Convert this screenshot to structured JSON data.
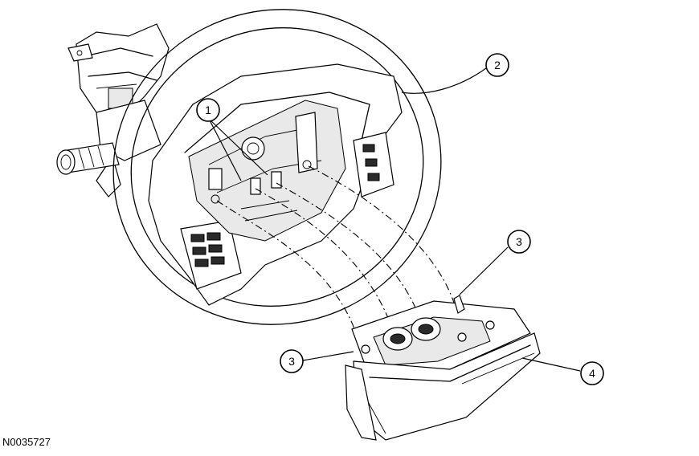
{
  "figure_id": "N0035727",
  "callouts": [
    {
      "id": "callout-1",
      "label": "1"
    },
    {
      "id": "callout-2",
      "label": "2"
    },
    {
      "id": "callout-3a",
      "label": "3"
    },
    {
      "id": "callout-3b",
      "label": "3"
    },
    {
      "id": "callout-4",
      "label": "4"
    }
  ]
}
